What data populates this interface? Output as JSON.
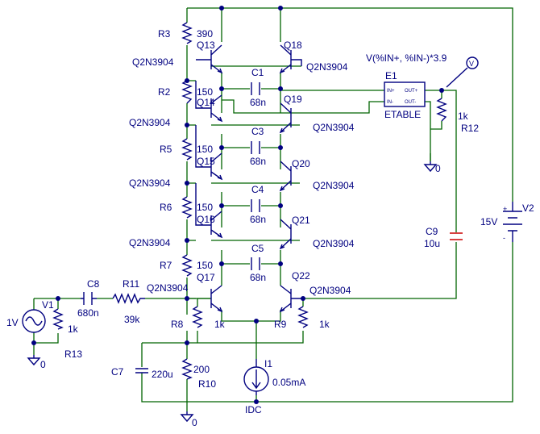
{
  "labels": {
    "R3": "R3",
    "R3v": "390",
    "R2": "R2",
    "R2v": "150",
    "R5": "R5",
    "R5v": "150",
    "R6": "R6",
    "R6v": "150",
    "R7": "R7",
    "R7v": "150",
    "R8": "R8",
    "R8v": "1k",
    "R9": "R9",
    "R9v": "1k",
    "R10": "R10",
    "R10v": "200",
    "R11": "R11",
    "R11v": "39k",
    "R12": "R12",
    "R12v": "1k",
    "R13": "R13",
    "R13v": "1k",
    "C1": "C1",
    "C1v": "68n",
    "C3": "C3",
    "C3v": "68n",
    "C4": "C4",
    "C4v": "68n",
    "C5": "C5",
    "C5v": "68n",
    "C7": "C7",
    "C7v": "220u",
    "C8": "C8",
    "C8v": "680n",
    "C9": "C9",
    "C9v": "10u",
    "Q13": "Q13",
    "Q14": "Q14",
    "Q15": "Q15",
    "Q16": "Q16",
    "Q17": "Q17",
    "Q18": "Q18",
    "Q19": "Q19",
    "Q20": "Q20",
    "Q21": "Q21",
    "Q22": "Q22",
    "model": "Q2N3904",
    "V1": "V1",
    "V1v": "1V",
    "V2": "V2",
    "V2v": "15V",
    "I1": "I1",
    "I1v": "0.05mA",
    "I1type": "IDC",
    "E1": "E1",
    "E1type": "ETABLE",
    "E1in_p": "IN+",
    "E1in_m": "IN-",
    "E1out_p": "OUT+",
    "E1out_m": "OUT-",
    "expr": "V(%IN+, %IN-)*3.9",
    "probe": "V",
    "gnd": "0",
    "plus": "+",
    "minus": "-"
  }
}
